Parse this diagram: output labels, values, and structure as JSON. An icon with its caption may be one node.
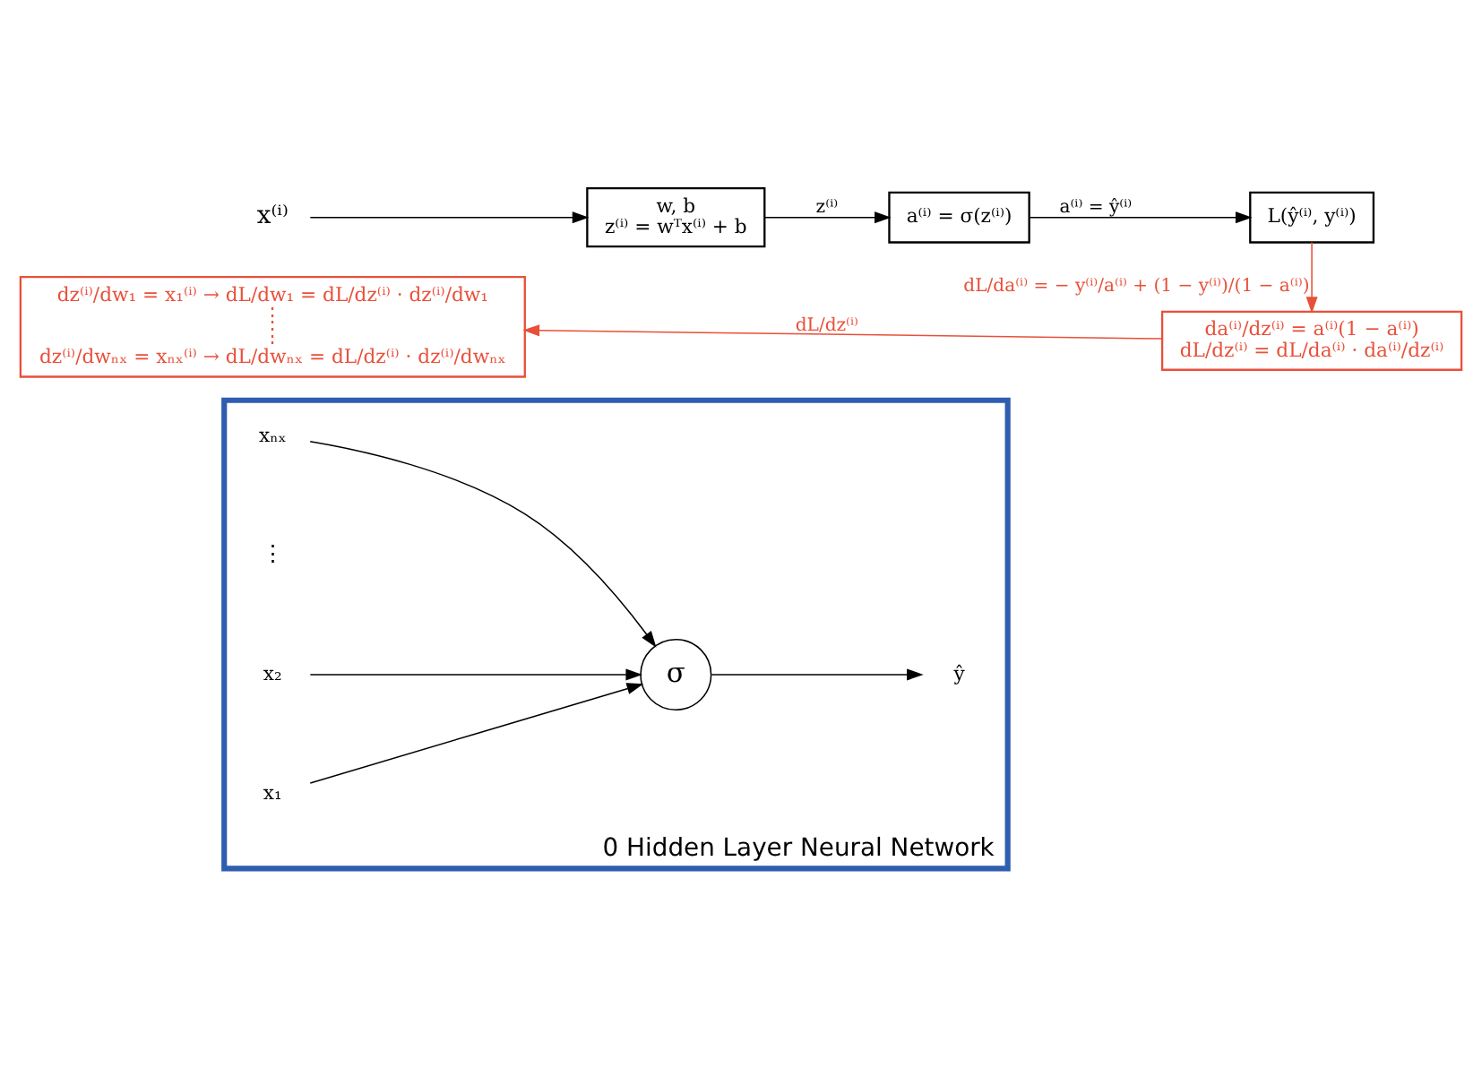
{
  "diagram": {
    "nodes": [
      {
        "text": [
          "0 Hidden Layer Neural Network"
        ]
      },
      {
        "text": [
          "x₁"
        ],
        "in": 0
      },
      {
        "text": [
          "x₂"
        ],
        "in": 0
      },
      {
        "text": [
          "xₙₓ"
        ],
        "in": 0
      },
      {
        "text": [
          "σ"
        ],
        "in": 0
      },
      {
        "text": [
          "ŷ"
        ],
        "in": 0
      },
      {
        "text": [
          "x⁽ⁱ⁾"
        ]
      },
      {
        "text": [
          "w, b",
          "z⁽ⁱ⁾ = wᵀx⁽ⁱ⁾ + b"
        ]
      },
      {
        "text": [
          "a⁽ⁱ⁾ = σ(z⁽ⁱ⁾)"
        ]
      },
      {
        "text": [
          "L(ŷ⁽ⁱ⁾, y⁽ⁱ⁾)"
        ]
      },
      {
        "text": [
          "da⁽ⁱ⁾/dz⁽ⁱ⁾ = a⁽ⁱ⁾(1 − a⁽ⁱ⁾)",
          "dL/dz⁽ⁱ⁾ = dL/da⁽ⁱ⁾ · da⁽ⁱ⁾/dz⁽ⁱ⁾"
        ]
      },
      {
        "text": [
          "dz⁽ⁱ⁾/dw₁ = x₁⁽ⁱ⁾ → dL/dw₁ = dL/dz⁽ⁱ⁾ · dz⁽ⁱ⁾/dw₁",
          "⋮",
          "⋮",
          "dz⁽ⁱ⁾/dwₙₓ = xₙₓ⁽ⁱ⁾ → dL/dwₙₓ = dL/dz⁽ⁱ⁾ · dz⁽ⁱ⁾/dwₙₓ"
        ]
      }
    ],
    "edges": [
      {
        "from": 1,
        "to": 4,
        "arrow": "to"
      },
      {
        "from": 2,
        "to": 4,
        "arrow": "to"
      },
      {
        "from": 3,
        "to": 4,
        "arrow": "to"
      },
      {
        "from": 4,
        "to": 5,
        "arrow": "to"
      },
      {
        "from": 6,
        "to": 7,
        "arrow": "to"
      },
      {
        "from": 7,
        "to": 8,
        "arrow": "to",
        "label": "z⁽ⁱ⁾"
      },
      {
        "from": 8,
        "to": 9,
        "arrow": "to",
        "label": "a⁽ⁱ⁾ = ŷ⁽ⁱ⁾"
      },
      {
        "from": 9,
        "to": 10,
        "arrow": "to",
        "label": "dL/da⁽ⁱ⁾ = − y⁽ⁱ⁾/a⁽ⁱ⁾ + (1 − y⁽ⁱ⁾)/(1 − a⁽ⁱ⁾)",
        "color": "#e8503a"
      },
      {
        "from": 10,
        "to": 11,
        "arrow": "to",
        "label": "dL/dz⁽ⁱ⁾",
        "color": "#e8503a"
      }
    ],
    "labels": [
      "⋮"
    ]
  }
}
